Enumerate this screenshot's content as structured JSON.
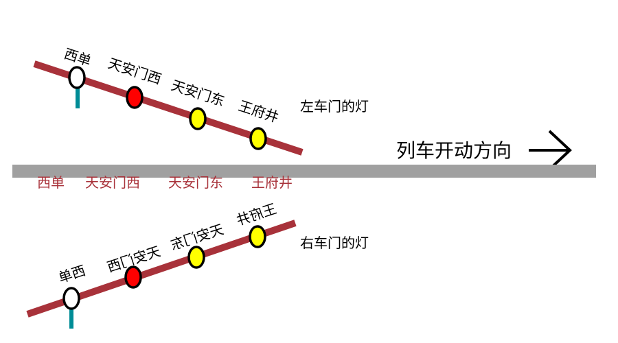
{
  "stations": [
    "西单",
    "天安门西",
    "天安门东",
    "王府井"
  ],
  "left_door_label": "左车门的灯",
  "right_door_label": "右车门的灯",
  "direction_label": "列车开动方向",
  "light_states": [
    "white",
    "red",
    "yellow",
    "yellow"
  ],
  "colors": {
    "line": "#a8323a",
    "track": "#a0a0a0",
    "stem": "#008c96",
    "red": "#ff0000",
    "yellow": "#ffff00",
    "white": "#ffffff"
  }
}
